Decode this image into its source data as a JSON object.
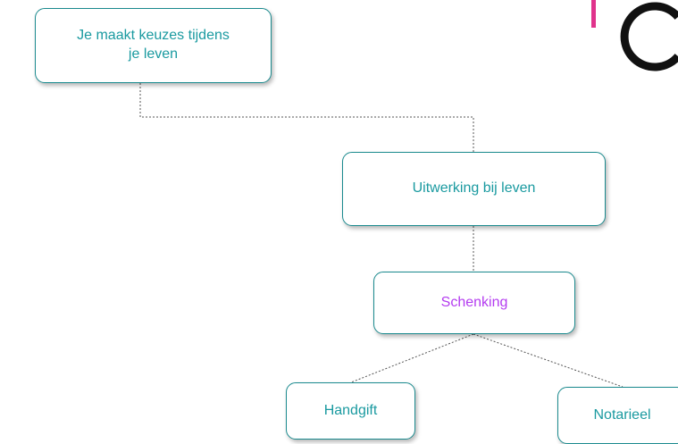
{
  "nodes": {
    "keuzes": {
      "line1": "Je maakt keuzes tijdens",
      "line2": "je leven"
    },
    "uitwerking": {
      "label": "Uitwerking bij leven"
    },
    "schenking": {
      "label": "Schenking"
    },
    "handgift": {
      "label": "Handgift"
    },
    "notarieel": {
      "label": "Notarieel"
    }
  },
  "colors": {
    "teal_text": "#1a9aa0",
    "teal_border": "#1a8a8e",
    "purple_text": "#b43cf0",
    "connector": "#555555",
    "logo_bar": "#e0338c",
    "logo_arc": "#111111"
  }
}
